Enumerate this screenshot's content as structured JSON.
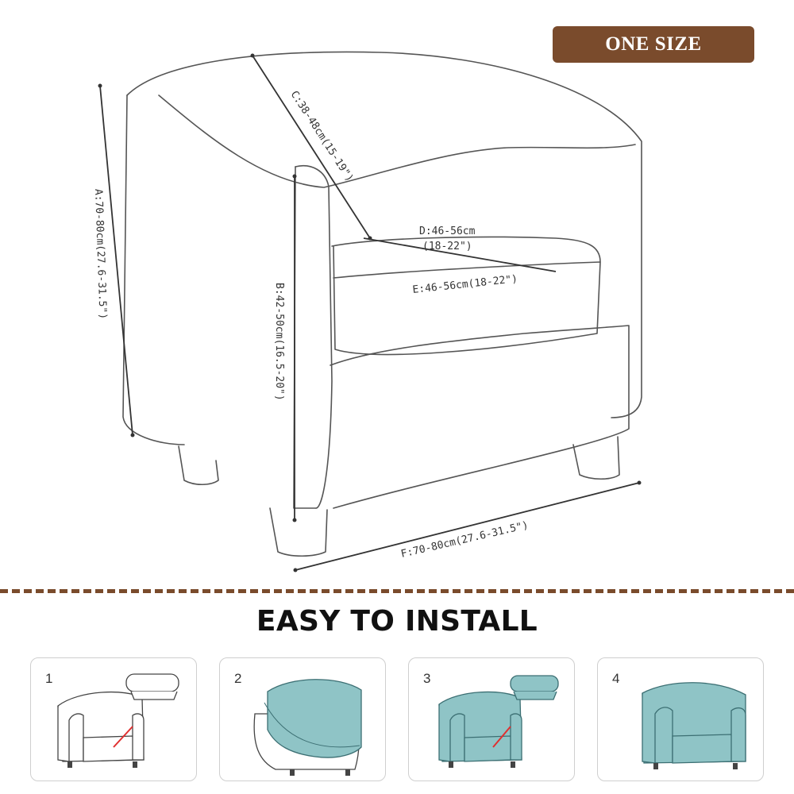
{
  "badge": {
    "label": "ONE SIZE"
  },
  "dimensions": {
    "a": "A:70-80cm(27.6-31.5\")",
    "b": "B:42-50cm(16.5-20\")",
    "c": "C:38-48cm(15-19\")",
    "d_line1": "D:46-56cm",
    "d_line2": "(18-22\")",
    "e": "E:46-56cm(18-22\")",
    "f": "F:70-80cm(27.6-31.5\")"
  },
  "install": {
    "title": "EASY TO INSTALL",
    "steps": [
      {
        "number": "1"
      },
      {
        "number": "2"
      },
      {
        "number": "3"
      },
      {
        "number": "4"
      }
    ]
  },
  "colors": {
    "brand": "#7a4b2c",
    "cover": "#8fc4c6",
    "marker": "#e03030"
  }
}
